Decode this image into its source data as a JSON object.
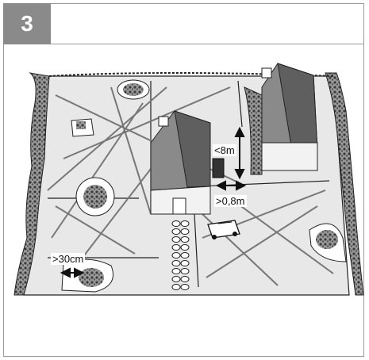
{
  "step": {
    "number": "3"
  },
  "labels": {
    "max_distance": "<8m",
    "min_passage": ">0,8m",
    "min_clearance": ">30cm"
  },
  "colors": {
    "frame_border": "#9a9a9a",
    "badge": "#8a8a8a",
    "lawn": "#e8e8e8",
    "line": "#111111",
    "roof_dark": "#6e6e6e",
    "wall": "#f2f2f2"
  }
}
